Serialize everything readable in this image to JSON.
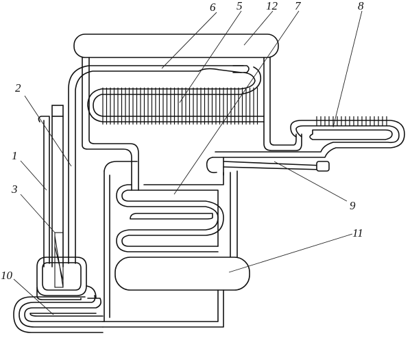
{
  "labels": {
    "l1": "1",
    "l2": "2",
    "l3": "3",
    "l5": "5",
    "l6": "6",
    "l7": "7",
    "l8": "8",
    "l9": "9",
    "l10": "10",
    "l11": "11",
    "l12": "12"
  },
  "style": {
    "line_color": "#111111",
    "background": "#ffffff"
  }
}
